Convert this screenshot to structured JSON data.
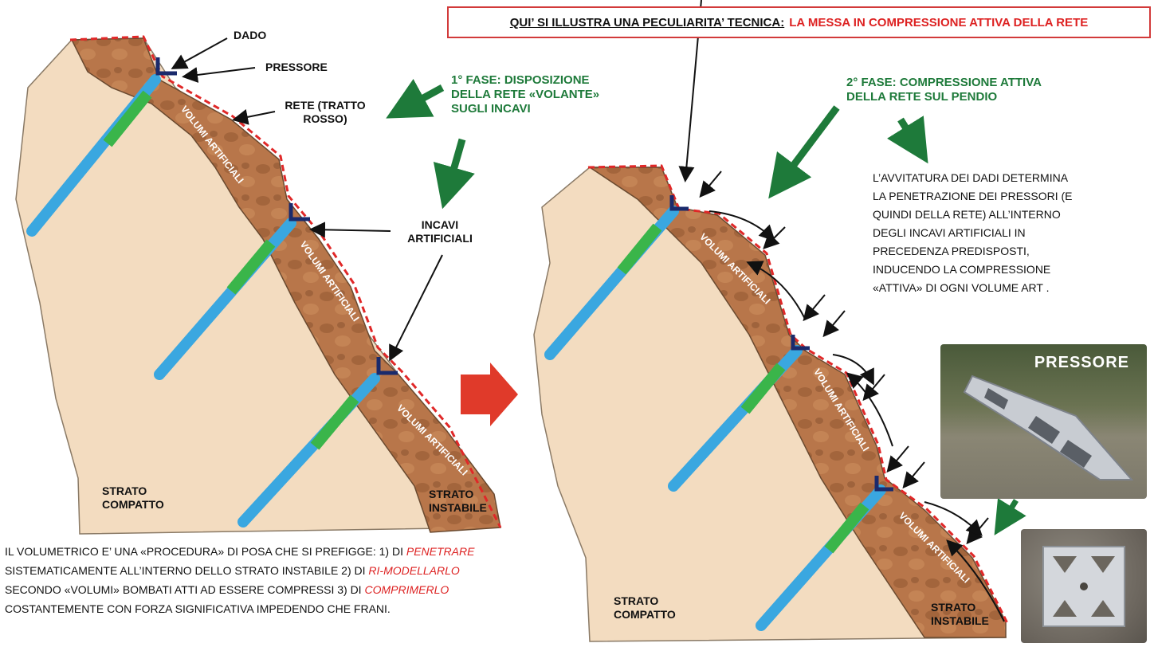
{
  "header": {
    "underlined_text": "QUI’ SI ILLUSTRA UNA PECULIARITA’ TECNICA:",
    "red_text": "LA MESSA IN COMPRESSIONE ATTIVA DELLA RETE"
  },
  "left_panel": {
    "labels": {
      "dado": "DADO",
      "pressore": "PRESSORE",
      "rete_line1": "RETE (TRATTO",
      "rete_line2": "ROSSO)",
      "incavi_line1": "INCAVI",
      "incavi_line2": "ARTIFICIALI",
      "strato_compatto_line1": "STRATO",
      "strato_compatto_line2": "COMPATTO",
      "strato_instabile_line1": "STRATO",
      "strato_instabile_line2": "INSTABILE"
    },
    "phase1": {
      "line1": "1° FASE: DISPOSIZIONE",
      "line2": "DELLA RETE «VOLANTE»",
      "line3": "SUGLI INCAVI"
    },
    "volume_labels": [
      "VOLUMI ARTIFICIALI",
      "VOLUMI ARTIFICIALI",
      "VOLUMI ARTIFICIALI"
    ]
  },
  "right_panel": {
    "phase2": {
      "line1": "2° FASE: COMPRESSIONE ATTIVA",
      "line2": "DELLA RETE SUL PENDIO"
    },
    "description": [
      "L’AVVITATURA DEI DADI DETERMINA",
      "LA PENETRAZIONE DEI PRESSORI (E",
      "QUINDI DELLA RETE) ALL’INTERNO",
      "DEGLI INCAVI ARTIFICIALI IN",
      "PRECEDENZA PREDISPOSTI,",
      "INDUCENDO LA COMPRESSIONE",
      "«ATTIVA» DI OGNI VOLUME ART ."
    ],
    "labels": {
      "strato_compatto_line1": "STRATO",
      "strato_compatto_line2": "COMPATTO",
      "strato_instabile_line1": "STRATO",
      "strato_instabile_line2": "INSTABILE"
    },
    "volume_labels": [
      "VOLUMI ARTIFICIALI",
      "VOLUMI ARTIFICIALI",
      "VOLUMI ARTIFICIALI"
    ],
    "photo_label": "PRESSORE"
  },
  "bottom_text": {
    "l1_a": "IL VOLUMETRICO E’ UNA «PROCEDURA» DI POSA CHE SI PREFIGGE: 1) DI ",
    "l1_red": "PENETRARE",
    "l2_a": "SISTEMATICAMENTE ALL’INTERNO DELLO STRATO INSTABILE  2) DI ",
    "l2_red": "RI-MODELLARLO",
    "l3_a": "SECONDO «VOLUMI» BOMBATI ATTI AD ESSERE COMPRESSI 3)  DI ",
    "l3_red": "COMPRIMERLO",
    "l4_a": "COSTANTEMENTE CON FORZA SIGNIFICATIVA IMPEDENDO CHE FRANI."
  },
  "colors": {
    "rock": "#f3dcc0",
    "soil": "#b8764a",
    "net": "#e02828",
    "anchor_pipe": "#3aa7e0",
    "anchor_bar": "#3ab54a",
    "green_arrow": "#1e7a3a",
    "red_arrow": "#e03a2a",
    "pressore": "#1a2a6c"
  }
}
